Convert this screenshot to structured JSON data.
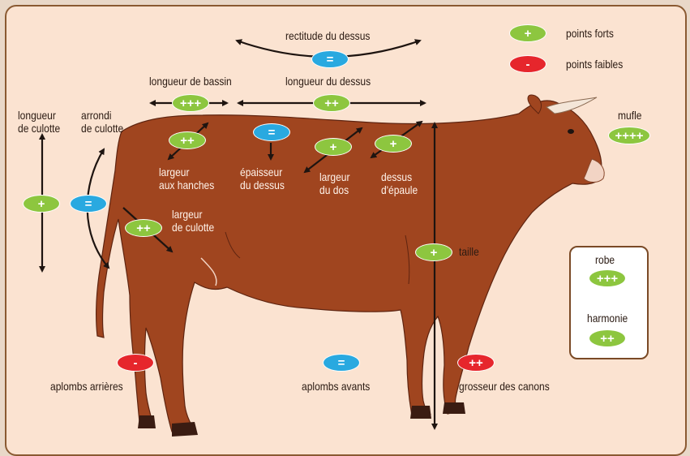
{
  "colors": {
    "strong": "#8dc63f",
    "weak": "#e6262c",
    "neutral": "#29a9e0",
    "cow": "#a0451f",
    "background": "#fbe3d1"
  },
  "legend": {
    "strong": {
      "symbol": "+",
      "label": "points forts"
    },
    "weak": {
      "symbol": "-",
      "label": "points faibles"
    }
  },
  "side_box": {
    "robe": {
      "label": "robe",
      "score": "+++"
    },
    "harmonie": {
      "label": "harmonie",
      "score": "++"
    }
  },
  "traits": {
    "rectitude_dessus": {
      "label": "rectitude du dessus",
      "score": "="
    },
    "longueur_bassin": {
      "label": "longueur de bassin",
      "score": "+++"
    },
    "longueur_dessus": {
      "label": "longueur du dessus",
      "score": "++"
    },
    "longueur_culotte": {
      "label": "longueur\nde culotte",
      "score": "+"
    },
    "arrondi_culotte": {
      "label": "arrondi\nde culotte",
      "score": "="
    },
    "largeur_hanches": {
      "label": "largeur\naux hanches",
      "score": "++"
    },
    "epaisseur_dessus": {
      "label": "épaisseur\ndu dessus",
      "score": "="
    },
    "largeur_dos": {
      "label": "largeur\ndu dos",
      "score": "+"
    },
    "dessus_epaule": {
      "label": "dessus\nd'épaule",
      "score": "+"
    },
    "mufle": {
      "label": "mufle",
      "score": "++++"
    },
    "largeur_culotte": {
      "label": "largeur\nde culotte",
      "score": "++"
    },
    "taille": {
      "label": "taille",
      "score": "+"
    },
    "aplombs_arrieres": {
      "label": "aplombs arrières",
      "score": "-"
    },
    "aplombs_avants": {
      "label": "aplombs avants",
      "score": "="
    },
    "grosseur_canons": {
      "label": "grosseur des canons",
      "score": "++"
    }
  }
}
